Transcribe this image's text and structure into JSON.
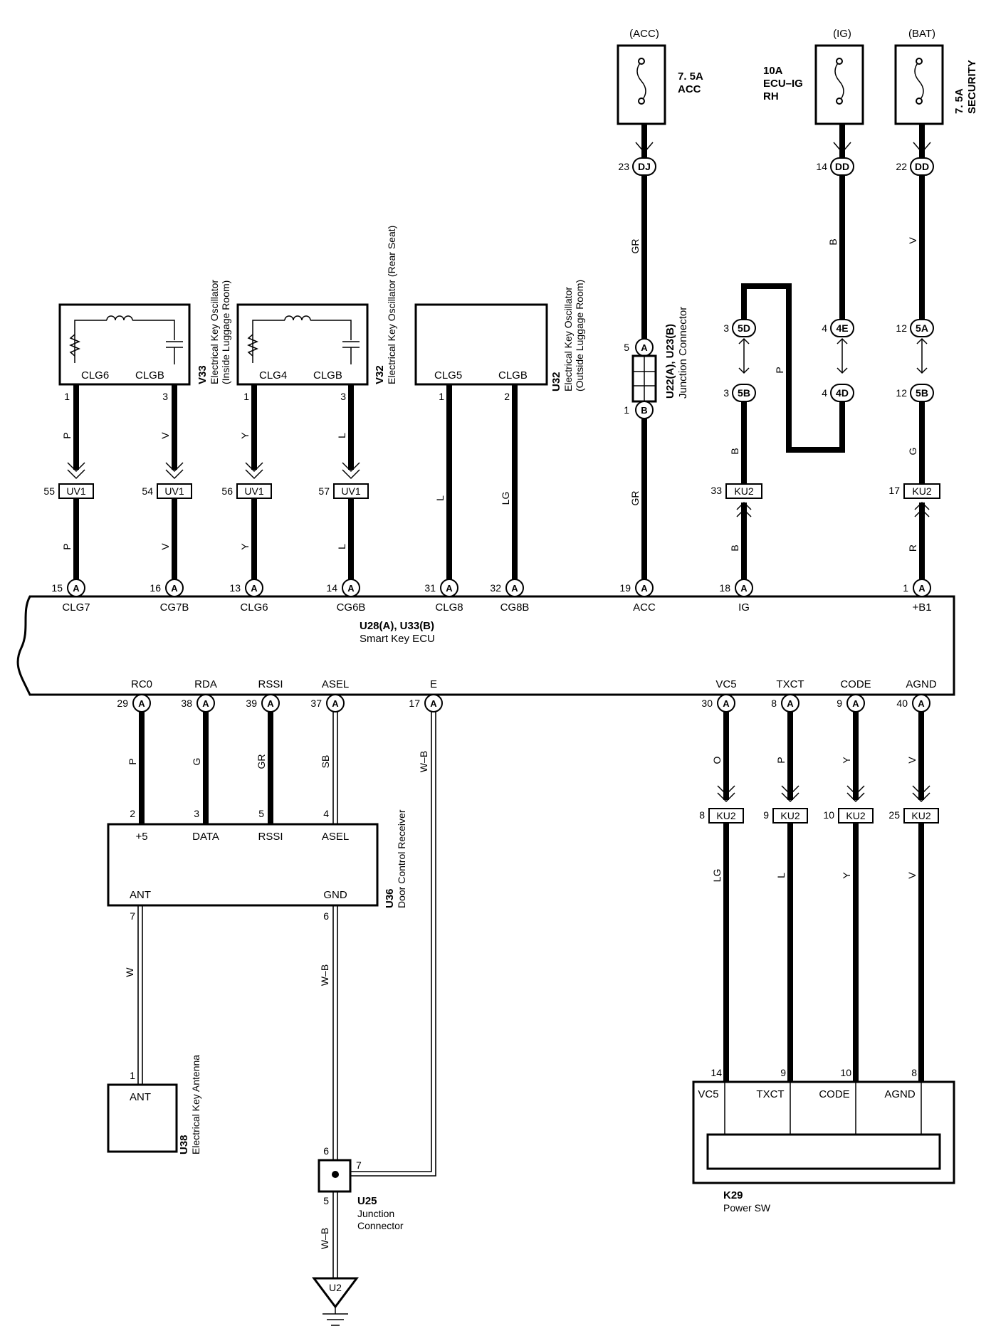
{
  "fuses": [
    {
      "source": "(ACC)",
      "rating": "7. 5A",
      "name": "ACC",
      "pin": "23",
      "conn": "DJ",
      "wire": "GR"
    },
    {
      "source": "(IG)",
      "rating": "10A",
      "name": "ECU–IG",
      "name2": "RH",
      "pin": "14",
      "conn": "DD",
      "wire": "B"
    },
    {
      "source": "(BAT)",
      "rating": "7. 5A",
      "name": "SECURITY",
      "pin": "22",
      "conn": "DD",
      "wire": "V"
    }
  ],
  "oscillators": [
    {
      "id": "V33",
      "desc": "Electrical Key Oscillator",
      "desc2": "(Inside Luggage Room)",
      "t1": "CLG6",
      "t2": "CLGB",
      "p1": "1",
      "p2": "3",
      "w1": "P",
      "w2": "V",
      "j1": "55",
      "j2": "54",
      "jc": "UV1"
    },
    {
      "id": "V32",
      "desc": "Electrical Key Oscillator (Rear Seat)",
      "desc2": "",
      "t1": "CLG4",
      "t2": "CLGB",
      "p1": "1",
      "p2": "3",
      "w1": "Y",
      "w2": "L",
      "j1": "56",
      "j2": "57",
      "jc": "UV1"
    },
    {
      "id": "U32",
      "desc": "Electrical Key Oscillator",
      "desc2": "(Outside Luggage Room)",
      "t1": "CLG5",
      "t2": "CLGB",
      "p1": "1",
      "p2": "2",
      "w1": "L",
      "w2": "LG"
    }
  ],
  "junction": {
    "id": "U22(A), U23(B)",
    "desc": "Junction Connector",
    "pinA": "5",
    "pinB": "1",
    "connA": "A",
    "connB": "B"
  },
  "ig_path": {
    "c1": "3",
    "c1conn": "5D",
    "c1b": "3",
    "c1bconn": "5B",
    "wire_p": "P",
    "c2": "4",
    "c2conn": "4E",
    "c2b": "4",
    "c2bconn": "4D",
    "ku_ig": "33",
    "wire_b": "B"
  },
  "bat_path": {
    "c1": "12",
    "c1conn": "5A",
    "c1b": "12",
    "c1bconn": "5B",
    "ku": "17",
    "wire_g": "G",
    "wire_r": "R"
  },
  "ku_conn": "KU2",
  "ecu": {
    "id": "U28(A), U33(B)",
    "name": "Smart Key ECU",
    "top_pins": [
      {
        "num": "15",
        "conn": "A",
        "label": "CLG7",
        "wire": "P"
      },
      {
        "num": "16",
        "conn": "A",
        "label": "CG7B",
        "wire": "V"
      },
      {
        "num": "13",
        "conn": "A",
        "label": "CLG6",
        "wire": "Y"
      },
      {
        "num": "14",
        "conn": "A",
        "label": "CG6B",
        "wire": "L"
      },
      {
        "num": "31",
        "conn": "A",
        "label": "CLG8",
        "wire": ""
      },
      {
        "num": "32",
        "conn": "A",
        "label": "CG8B",
        "wire": ""
      },
      {
        "num": "19",
        "conn": "A",
        "label": "ACC",
        "wire": "GR"
      },
      {
        "num": "18",
        "conn": "A",
        "label": "IG",
        "wire": ""
      },
      {
        "num": "1",
        "conn": "A",
        "label": "+B1",
        "wire": ""
      }
    ],
    "bottom_pins": [
      {
        "num": "29",
        "conn": "A",
        "label": "RC0",
        "wire": "P"
      },
      {
        "num": "38",
        "conn": "A",
        "label": "RDA",
        "wire": "G"
      },
      {
        "num": "39",
        "conn": "A",
        "label": "RSSI",
        "wire": "GR"
      },
      {
        "num": "37",
        "conn": "A",
        "label": "ASEL",
        "wire": "SB"
      },
      {
        "num": "17",
        "conn": "A",
        "label": "E",
        "wire": "W–B"
      },
      {
        "num": "30",
        "conn": "A",
        "label": "VC5",
        "wire": "O"
      },
      {
        "num": "8",
        "conn": "A",
        "label": "TXCT",
        "wire": "P"
      },
      {
        "num": "9",
        "conn": "A",
        "label": "CODE",
        "wire": "Y"
      },
      {
        "num": "40",
        "conn": "A",
        "label": "AGND",
        "wire": "V"
      }
    ]
  },
  "receiver": {
    "id": "U36",
    "name": "Door Control Receiver",
    "pins": [
      {
        "num": "2",
        "label": "+5"
      },
      {
        "num": "3",
        "label": "DATA"
      },
      {
        "num": "5",
        "label": "RSSI"
      },
      {
        "num": "4",
        "label": "ASEL"
      }
    ],
    "ant_label": "ANT",
    "ant_pin": "7",
    "ant_wire": "W",
    "gnd_label": "GND",
    "gnd_pin": "6",
    "gnd_wire": "W–B"
  },
  "antenna": {
    "id": "U38",
    "name": "Electrical Key Antenna",
    "label": "ANT",
    "pin": "1"
  },
  "u25": {
    "id": "U25",
    "name": "Junction",
    "name2": "Connector",
    "pin_top": "6",
    "pin_side": "7",
    "pin_bottom": "5",
    "wire": "W–B"
  },
  "ground": {
    "id": "U2"
  },
  "power_sw": {
    "id": "K29",
    "name": "Power SW",
    "ku_pins": [
      "8",
      "9",
      "10",
      "25"
    ],
    "wires": [
      "LG",
      "L",
      "Y",
      "V"
    ],
    "pins": [
      {
        "num": "14",
        "label": "VC5"
      },
      {
        "num": "9",
        "label": "TXCT"
      },
      {
        "num": "10",
        "label": "CODE"
      },
      {
        "num": "8",
        "label": "AGND"
      }
    ]
  }
}
